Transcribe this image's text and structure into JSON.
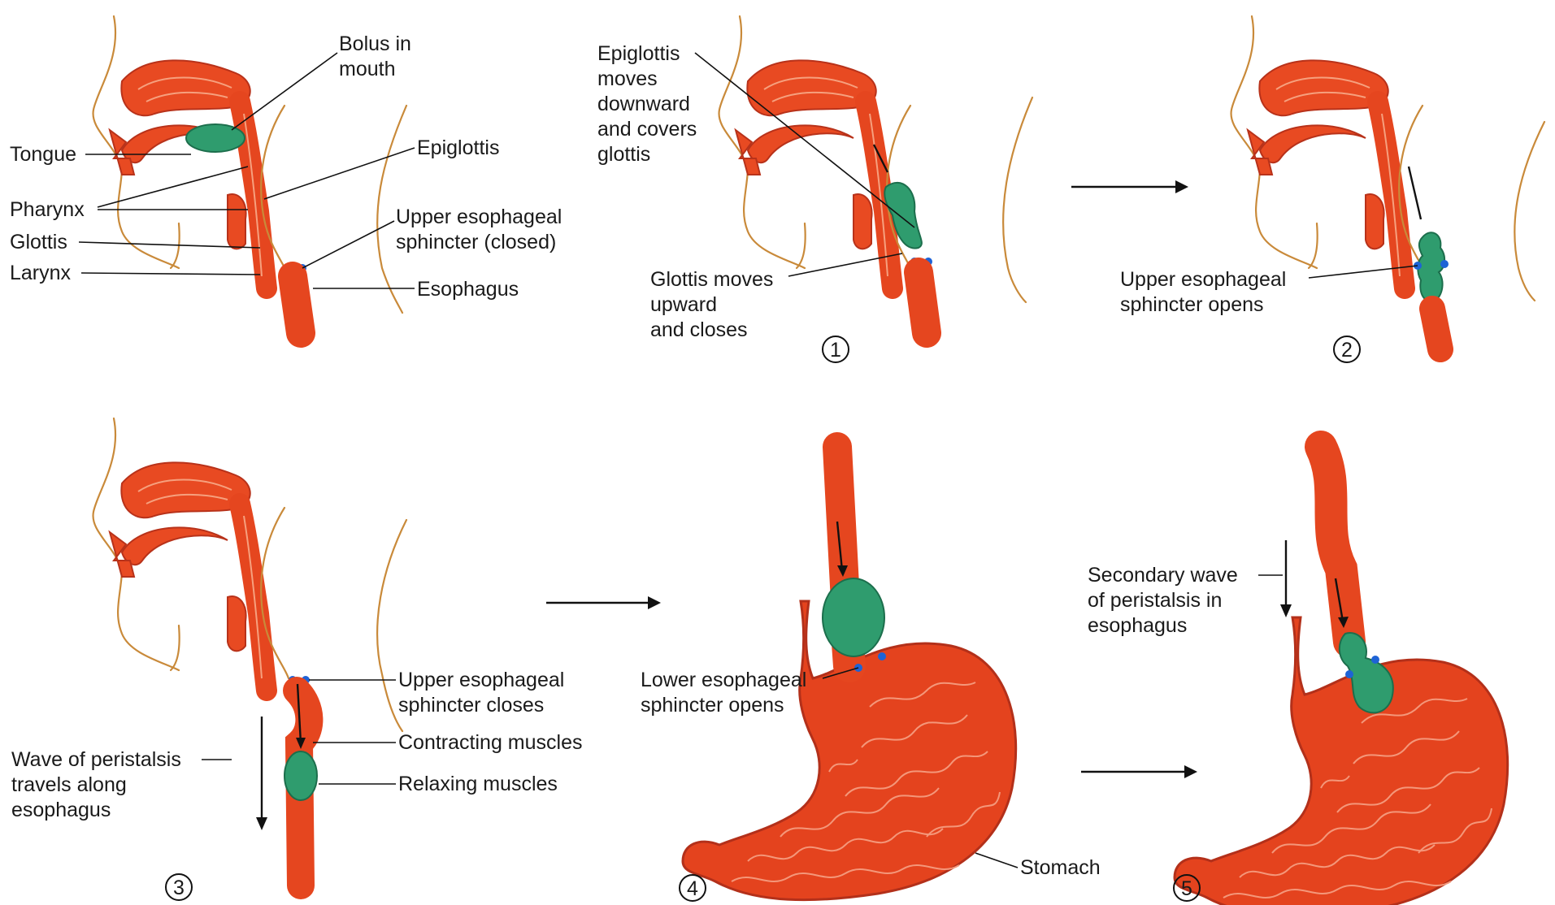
{
  "panels": {
    "intro": {
      "bolus_label_1": "Bolus in",
      "bolus_label_2": "mouth",
      "tongue": "Tongue",
      "pharynx": "Pharynx",
      "glottis": "Glottis",
      "larynx": "Larynx",
      "epiglottis": "Epiglottis",
      "ues_1": "Upper esophageal",
      "ues_2": "sphincter (closed)",
      "esophagus": "Esophagus"
    },
    "step1": {
      "number": "1",
      "epi_1": "Epiglottis",
      "epi_2": "moves",
      "epi_3": "downward",
      "epi_4": "and covers",
      "epi_5": "glottis",
      "glot_1": "Glottis moves",
      "glot_2": "upward",
      "glot_3": "and closes"
    },
    "step2": {
      "number": "2",
      "ues_1": "Upper esophageal",
      "ues_2": "sphincter opens"
    },
    "step3": {
      "number": "3",
      "ues_1": "Upper esophageal",
      "ues_2": "sphincter closes",
      "contracting": "Contracting muscles",
      "relaxing": "Relaxing muscles",
      "wave_1": "Wave of peristalsis",
      "wave_2": "travels along",
      "wave_3": "esophagus"
    },
    "step4": {
      "number": "4",
      "les_1": "Lower esophageal",
      "les_2": "sphincter opens",
      "stomach": "Stomach"
    },
    "step5": {
      "number": "5",
      "wave_1": "Secondary wave",
      "wave_2": "of peristalsis in",
      "wave_3": "esophagus"
    }
  },
  "colors": {
    "tissue": "#e84a22",
    "bolus": "#2f9c6e",
    "sphincter": "#1e63d6",
    "skin_outline": "#c98a3a"
  }
}
